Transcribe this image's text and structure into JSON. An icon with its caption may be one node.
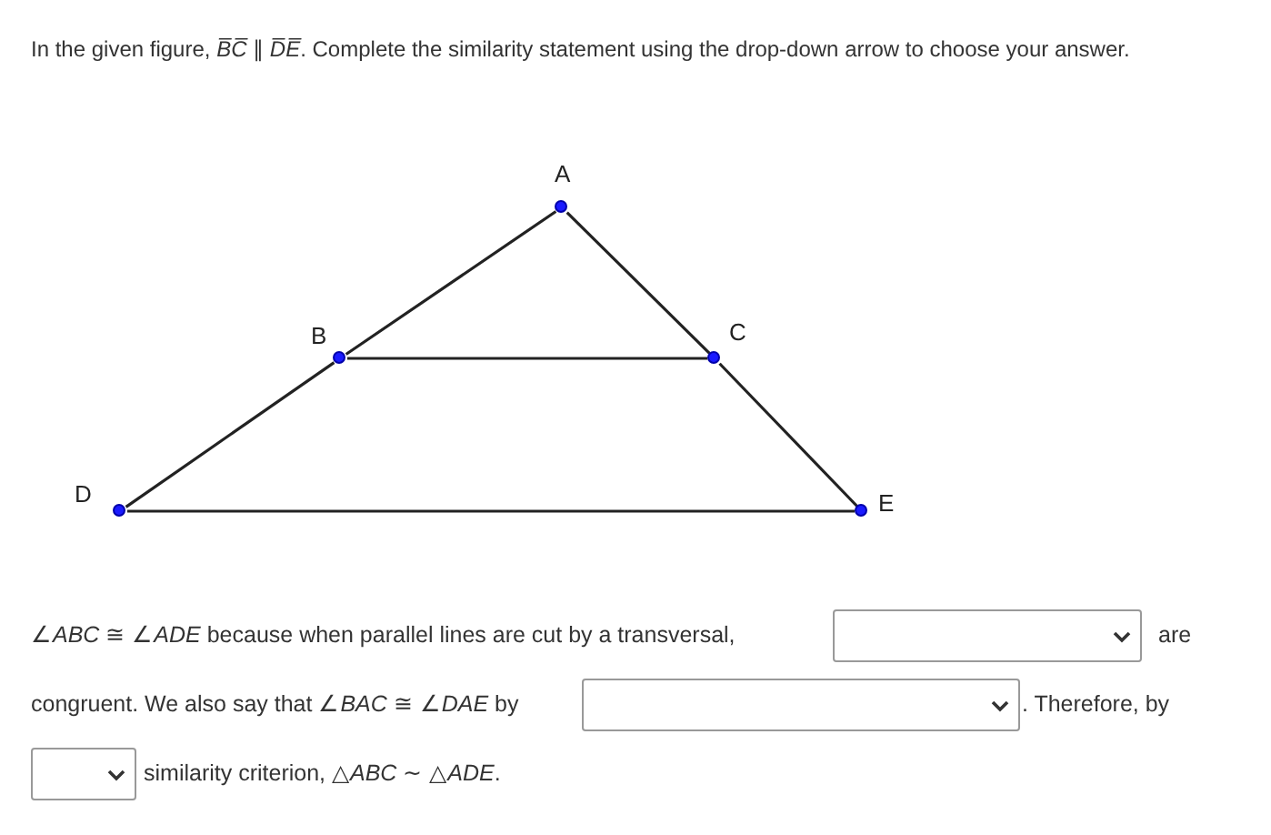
{
  "diagram": {
    "nodes": [
      {
        "text": [
          "A"
        ]
      },
      {
        "text": [
          "B"
        ]
      },
      {
        "text": [
          "C"
        ]
      },
      {
        "text": [
          "D"
        ]
      },
      {
        "text": [
          "E"
        ]
      }
    ],
    "edges": [
      {
        "from": 0,
        "to": 1,
        "arrow": "none"
      },
      {
        "from": 1,
        "to": 3,
        "arrow": "none"
      },
      {
        "from": 0,
        "to": 2,
        "arrow": "none"
      },
      {
        "from": 2,
        "to": 4,
        "arrow": "none"
      },
      {
        "from": 1,
        "to": 2,
        "arrow": "none"
      },
      {
        "from": 3,
        "to": 4,
        "arrow": "none"
      }
    ],
    "labels": [
      "In the given figure, *B̅C̅* ∥ *D̅E̅*. Complete the similarity statement using the drop-down arrow to choose your answer.",
      "∠*ABC* ≅ ∠*ADE*  because when parallel lines are cut by a transversal,",
      "are",
      "congruent. We also say that ∠*BAC* ≅ ∠*DAE* by",
      ". Therefore, by",
      "similarity criterion, △*ABC* ∼ △*ADE*."
    ]
  }
}
